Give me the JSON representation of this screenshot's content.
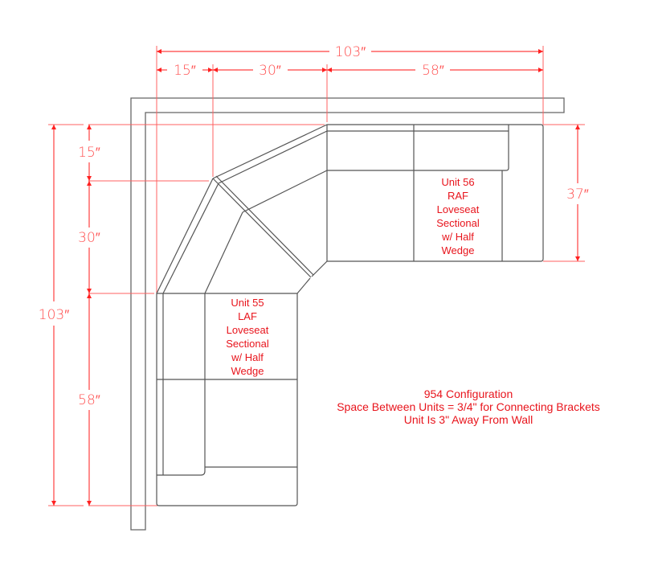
{
  "diagram": {
    "type": "sectional-sofa-floor-plan",
    "colors": {
      "dimension": "#ff4040",
      "label": "#e8141c",
      "outline": "#555555"
    },
    "dimensions": {
      "top_total": "103″",
      "top_seg1": "15″",
      "top_seg2": "30″",
      "top_seg3": "58″",
      "left_total": "103″",
      "left_seg1": "15″",
      "left_seg2": "30″",
      "left_seg3": "58″",
      "right_depth": "37″"
    },
    "units": {
      "unit56": [
        "Unit 56",
        "RAF",
        "Loveseat",
        "Sectional",
        "w/ Half",
        "Wedge"
      ],
      "unit55": [
        "Unit 55",
        "LAF",
        "Loveseat",
        "Sectional",
        "w/ Half",
        "Wedge"
      ]
    },
    "notes": [
      "954 Configuration",
      "Space Between Units = 3/4\" for Connecting Brackets",
      "Unit Is 3\" Away From Wall"
    ]
  }
}
